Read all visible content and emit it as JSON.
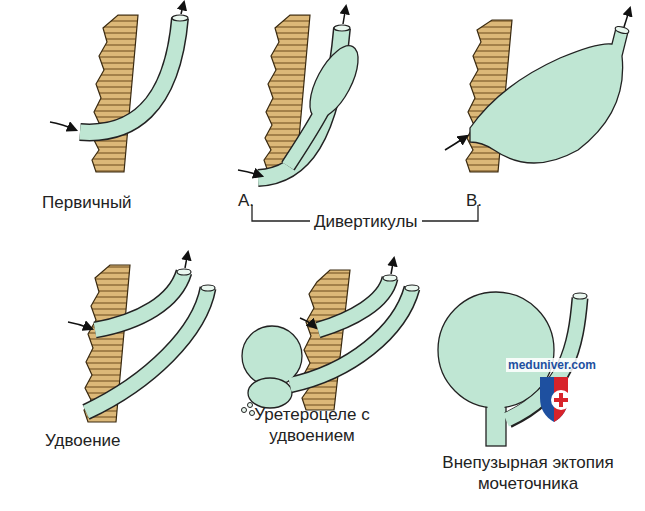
{
  "diagram": {
    "labels": [
      "Первичный",
      "А.",
      "Дивертикулы",
      "В.",
      "Удвоение",
      "Уретероцеле с удвоением",
      "Внепузырная эктопия мочеточника",
      "meduniver.com"
    ]
  }
}
